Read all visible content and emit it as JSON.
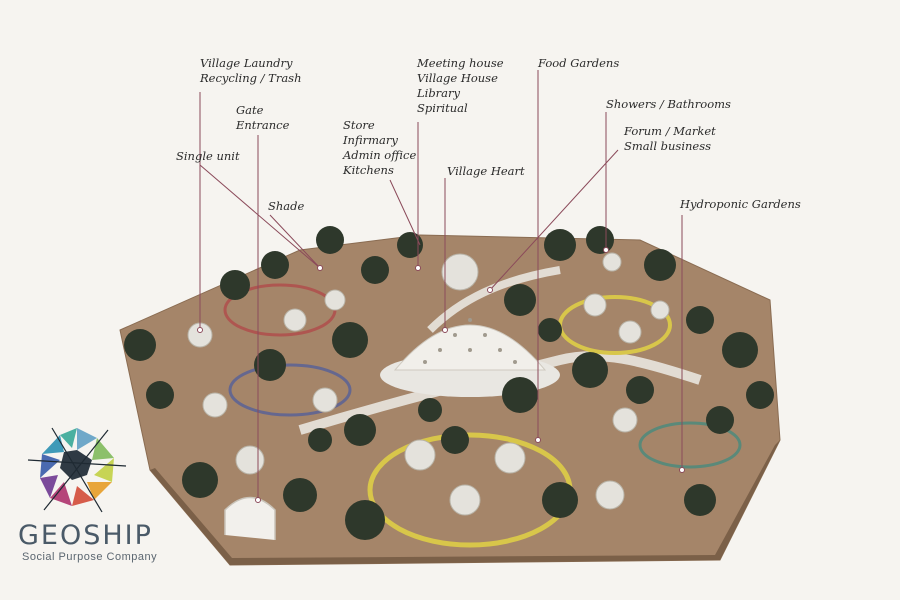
{
  "callouts": [
    {
      "id": "laundry",
      "lines": [
        "Village Laundry",
        "Recycling / Trash"
      ]
    },
    {
      "id": "gate",
      "lines": [
        "Gate",
        "Entrance"
      ]
    },
    {
      "id": "single",
      "lines": [
        "Single unit"
      ]
    },
    {
      "id": "shade",
      "lines": [
        "Shade"
      ]
    },
    {
      "id": "store",
      "lines": [
        "Store",
        "Infirmary",
        "Admin office",
        "Kitchens"
      ]
    },
    {
      "id": "meeting",
      "lines": [
        "Meeting house",
        "Village House",
        "Library",
        "Spiritual"
      ]
    },
    {
      "id": "heart",
      "lines": [
        "Village Heart"
      ]
    },
    {
      "id": "food",
      "lines": [
        "Food Gardens"
      ]
    },
    {
      "id": "showers",
      "lines": [
        "Showers / Bathrooms"
      ]
    },
    {
      "id": "forum",
      "lines": [
        "Forum / Market",
        "Small business"
      ]
    },
    {
      "id": "hydro",
      "lines": [
        "Hydroponic Gardens"
      ]
    }
  ],
  "brand": {
    "name": "GEOSHIP",
    "tagline": "Social Purpose Company"
  },
  "colors": {
    "leader": "#8b4a5a",
    "ground": "#a08068",
    "path": "#d9c64a",
    "tree": "#2f3a2c",
    "dome": "#e8e6e2"
  }
}
